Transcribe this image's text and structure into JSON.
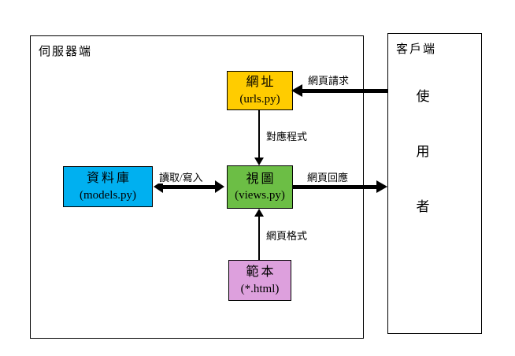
{
  "diagram": {
    "server_panel": {
      "label": "伺服器端"
    },
    "client_panel": {
      "label": "客戶端",
      "user_chars": [
        "使",
        "用",
        "者"
      ]
    },
    "nodes": {
      "urls": {
        "title": "網址",
        "subtitle": "(urls.py)",
        "color": "#FFCC00"
      },
      "views": {
        "title": "視圖",
        "subtitle": "(views.py)",
        "color": "#6CBE45"
      },
      "models": {
        "title": "資料庫",
        "subtitle": "(models.py)",
        "color": "#00B0F0"
      },
      "template": {
        "title": "範本",
        "subtitle": "(*.html)",
        "color": "#DDA0DD"
      }
    },
    "edges": {
      "request": {
        "label": "網頁請求"
      },
      "dispatch": {
        "label": "對應程式"
      },
      "read_write": {
        "label": "讀取/寫入"
      },
      "response": {
        "label": "網頁回應"
      },
      "render": {
        "label": "網頁格式"
      }
    }
  }
}
